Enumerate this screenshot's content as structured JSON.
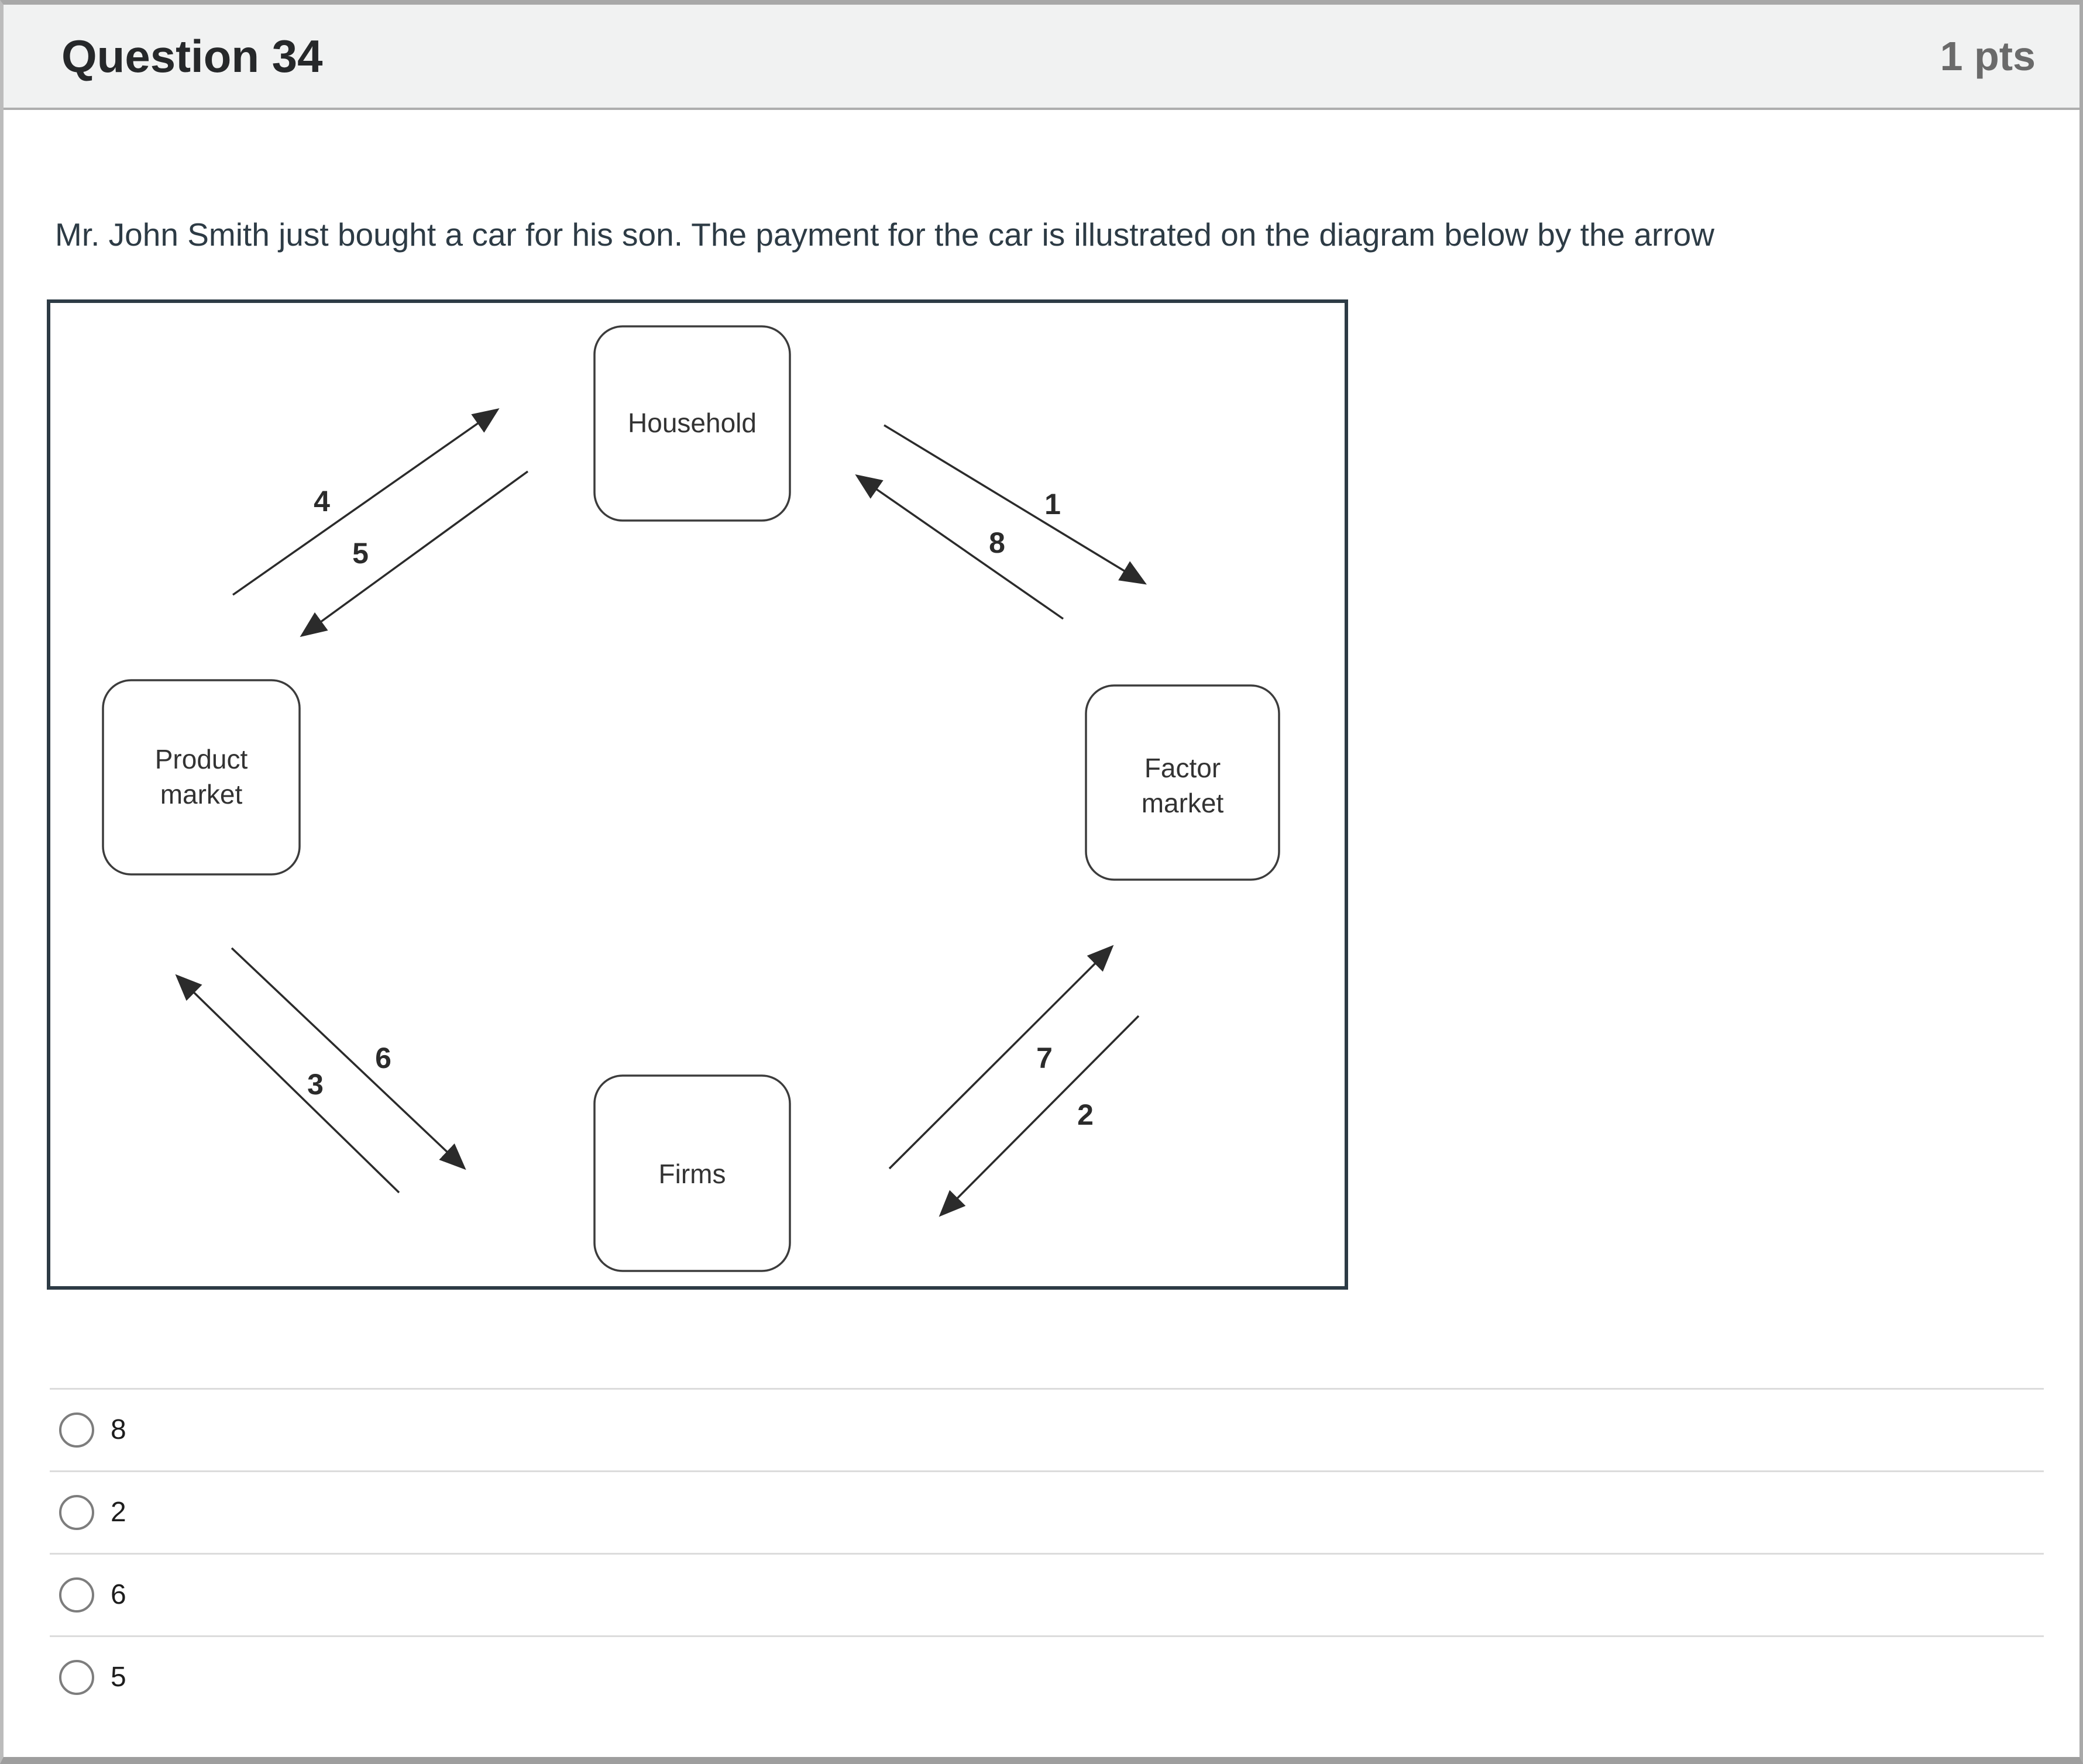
{
  "header": {
    "title": "Question 34",
    "points": "1 pts"
  },
  "question": {
    "text": "Mr. John Smith just bought a car for his son. The payment for the car is illustrated on the diagram below by the arrow"
  },
  "diagram": {
    "type": "circular-flow-diagram",
    "nodes": [
      {
        "id": "household",
        "label": "Household"
      },
      {
        "id": "product-market",
        "lines": [
          "Product",
          "market"
        ]
      },
      {
        "id": "factor-market",
        "lines": [
          "Factor",
          "market"
        ]
      },
      {
        "id": "firms",
        "label": "Firms"
      }
    ],
    "arrows": [
      {
        "label": "1",
        "from": "household",
        "to": "factor-market"
      },
      {
        "label": "2",
        "from": "factor-market",
        "to": "firms"
      },
      {
        "label": "3",
        "from": "firms",
        "to": "product-market"
      },
      {
        "label": "4",
        "from": "product-market",
        "to": "household"
      },
      {
        "label": "5",
        "from": "household",
        "to": "product-market"
      },
      {
        "label": "6",
        "from": "product-market",
        "to": "firms"
      },
      {
        "label": "7",
        "from": "firms",
        "to": "factor-market"
      },
      {
        "label": "8",
        "from": "factor-market",
        "to": "household"
      }
    ]
  },
  "options": [
    {
      "label": "8",
      "selected": false
    },
    {
      "label": "2",
      "selected": false
    },
    {
      "label": "6",
      "selected": false
    },
    {
      "label": "5",
      "selected": false
    }
  ],
  "colors": {
    "header_bg": "#f1f2f2",
    "frame_border": "#a9a9a9",
    "diagram_border": "#2d3b45",
    "question_text": "#2d3b45",
    "divider": "#dcdcdc",
    "radio_ring": "#7d7d7d",
    "points_text": "#6a6a6a"
  }
}
